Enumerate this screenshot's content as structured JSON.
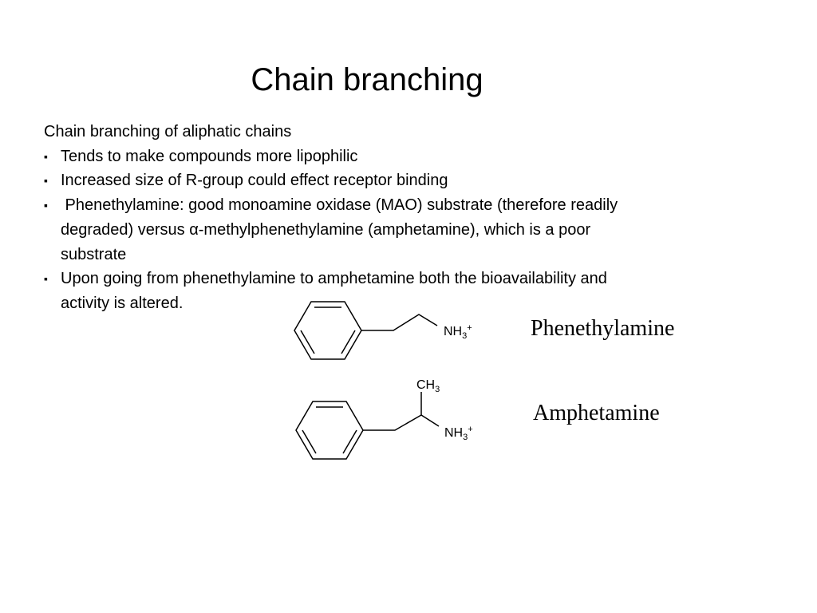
{
  "slide": {
    "title": "Chain branching",
    "intro": "Chain branching of aliphatic chains",
    "bullet_glyph": "▪",
    "bullets": [
      {
        "lines": [
          "Tends to make compounds more lipophilic"
        ]
      },
      {
        "lines": [
          "Increased size of R-group could effect receptor binding"
        ]
      },
      {
        "lines": [
          " Phenethylamine: good monoamine oxidase (MAO) substrate (therefore readily",
          "degraded) versus α-methylphenethylamine (amphetamine), which is a poor",
          "substrate"
        ]
      },
      {
        "lines": [
          "Upon going from phenethylamine to amphetamine both the bioavailability and",
          "activity is altered."
        ]
      }
    ]
  },
  "structures": [
    {
      "name": "Phenethylamine",
      "amine_main": "NH",
      "amine_sub": "3",
      "amine_sup": "+"
    },
    {
      "name": "Amphetamine",
      "methyl_main": "CH",
      "methyl_sub": "3",
      "amine_main": "NH",
      "amine_sub": "3",
      "amine_sup": "+"
    }
  ]
}
